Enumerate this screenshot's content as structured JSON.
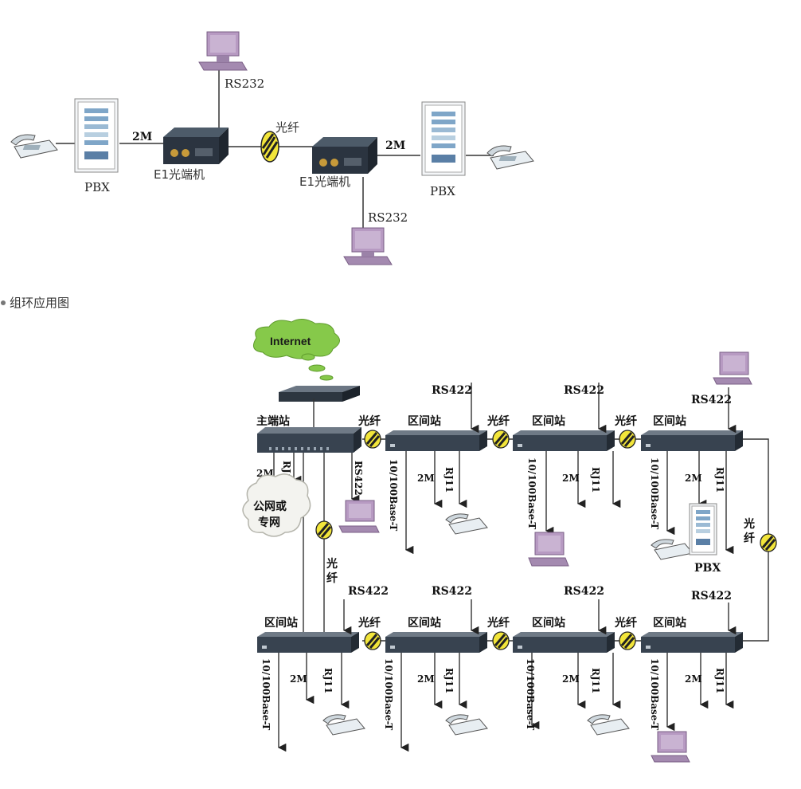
{
  "top": {
    "left_pbx": "PBX",
    "right_pbx": "PBX",
    "left_2m": "2M",
    "right_2m": "2M",
    "left_unit": "E1光端机",
    "right_unit": "E1光端机",
    "fiber": "光纤",
    "rs232_top": "RS232",
    "rs232_bottom": "RS232"
  },
  "section_caption": "组环应用图",
  "ring": {
    "internet": "Internet",
    "master_station": "主端站",
    "interval_station": "区间站",
    "fiber": "光纤",
    "fiber_v1": "光",
    "fiber_v2": "纤",
    "rs422": "RS422",
    "rs422_side": "RS422",
    "label_2m": "2M",
    "rj11": "RJ11",
    "base_t": "10/100Base-T",
    "pbx": "PBX",
    "public_net_1": "公网或",
    "public_net_2": "专网"
  },
  "colors": {
    "computer": "#a48ab0",
    "device": "#3a4654",
    "fiber_icon": "#f2e53a",
    "cloud": "#86c94a"
  }
}
